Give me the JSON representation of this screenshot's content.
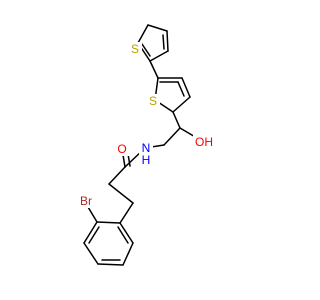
{
  "colors": {
    "background": "#ffffff",
    "bond": "#000000",
    "sulfur": "#b8a000",
    "oxygen": "#ff0000",
    "nitrogen": "#0000ff",
    "bromine": "#a52a2a"
  },
  "atoms": {
    "s1": "S",
    "s2": "S",
    "oh": "OH",
    "n": "N",
    "h": "H",
    "o": "O",
    "br": "Br"
  }
}
